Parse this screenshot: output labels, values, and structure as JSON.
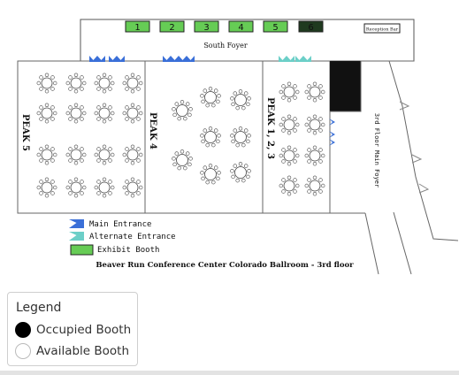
{
  "map": {
    "foyer_label": "South Foyer",
    "reception_label": "Reception Bar",
    "main_foyer_label": "3rd Floor Main Foyer",
    "caption": "Beaver Run Conference Center Colorado Ballroom - 3rd floor",
    "rooms": [
      {
        "key": "peak5",
        "label": "PEAK 5"
      },
      {
        "key": "peak4",
        "label": "PEAK 4"
      },
      {
        "key": "peak123",
        "label": "PEAK 1, 2, 3"
      }
    ],
    "booths": [
      {
        "label": "1",
        "status": "available"
      },
      {
        "label": "2",
        "status": "available"
      },
      {
        "label": "3",
        "status": "available"
      },
      {
        "label": "4",
        "status": "available"
      },
      {
        "label": "5",
        "status": "available"
      },
      {
        "label": "6",
        "status": "occupied"
      }
    ],
    "key": {
      "main_entrance": "Main Entrance",
      "alternate_entrance": "Alternate Entrance",
      "exhibit_booth": "Exhibit Booth"
    }
  },
  "legend": {
    "title": "Legend",
    "occupied": "Occupied Booth",
    "available": "Available Booth"
  },
  "colors": {
    "booth_available": "#66cc55",
    "booth_occupied": "#1f3a1f",
    "main_entrance": "#3a6fd8",
    "alternate_entrance": "#6ccfc8",
    "dark_block": "#111111"
  }
}
